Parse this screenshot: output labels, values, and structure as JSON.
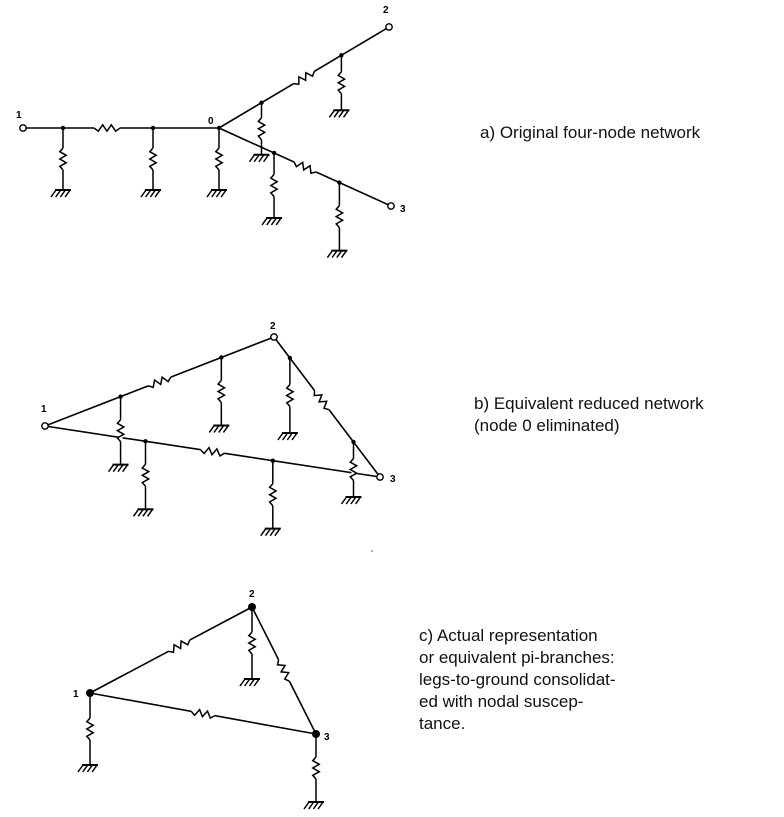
{
  "panels": {
    "a": {
      "caption_lines": [
        "a) Original four-node network"
      ],
      "node_labels": [
        "1",
        "0",
        "2",
        "3"
      ]
    },
    "b": {
      "caption_lines": [
        "b) Equivalent reduced network",
        "(node 0 eliminated)"
      ],
      "node_labels": [
        "1",
        "2",
        "3"
      ]
    },
    "c": {
      "caption_lines": [
        "c) Actual representation",
        "or equivalent pi-branches:",
        "legs-to-ground consolidat-",
        "ed with nodal suscep-",
        "tance."
      ],
      "node_labels": [
        "1",
        "2",
        "3"
      ]
    }
  }
}
